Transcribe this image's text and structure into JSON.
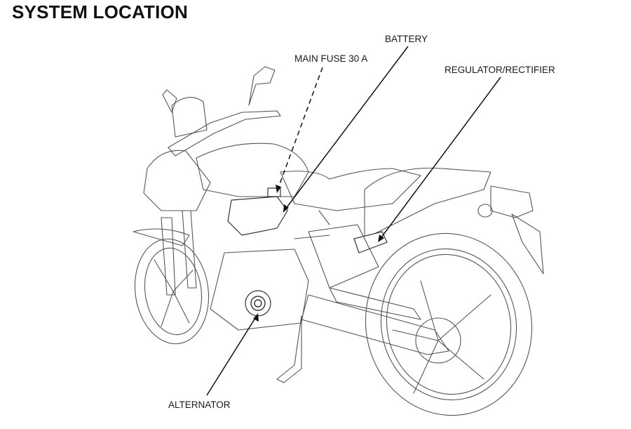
{
  "title": "SYSTEM LOCATION",
  "callouts": {
    "battery": "BATTERY",
    "main_fuse": "MAIN FUSE 30 A",
    "regulator_rectifier": "REGULATOR/RECTIFIER",
    "alternator": "ALTERNATOR"
  }
}
